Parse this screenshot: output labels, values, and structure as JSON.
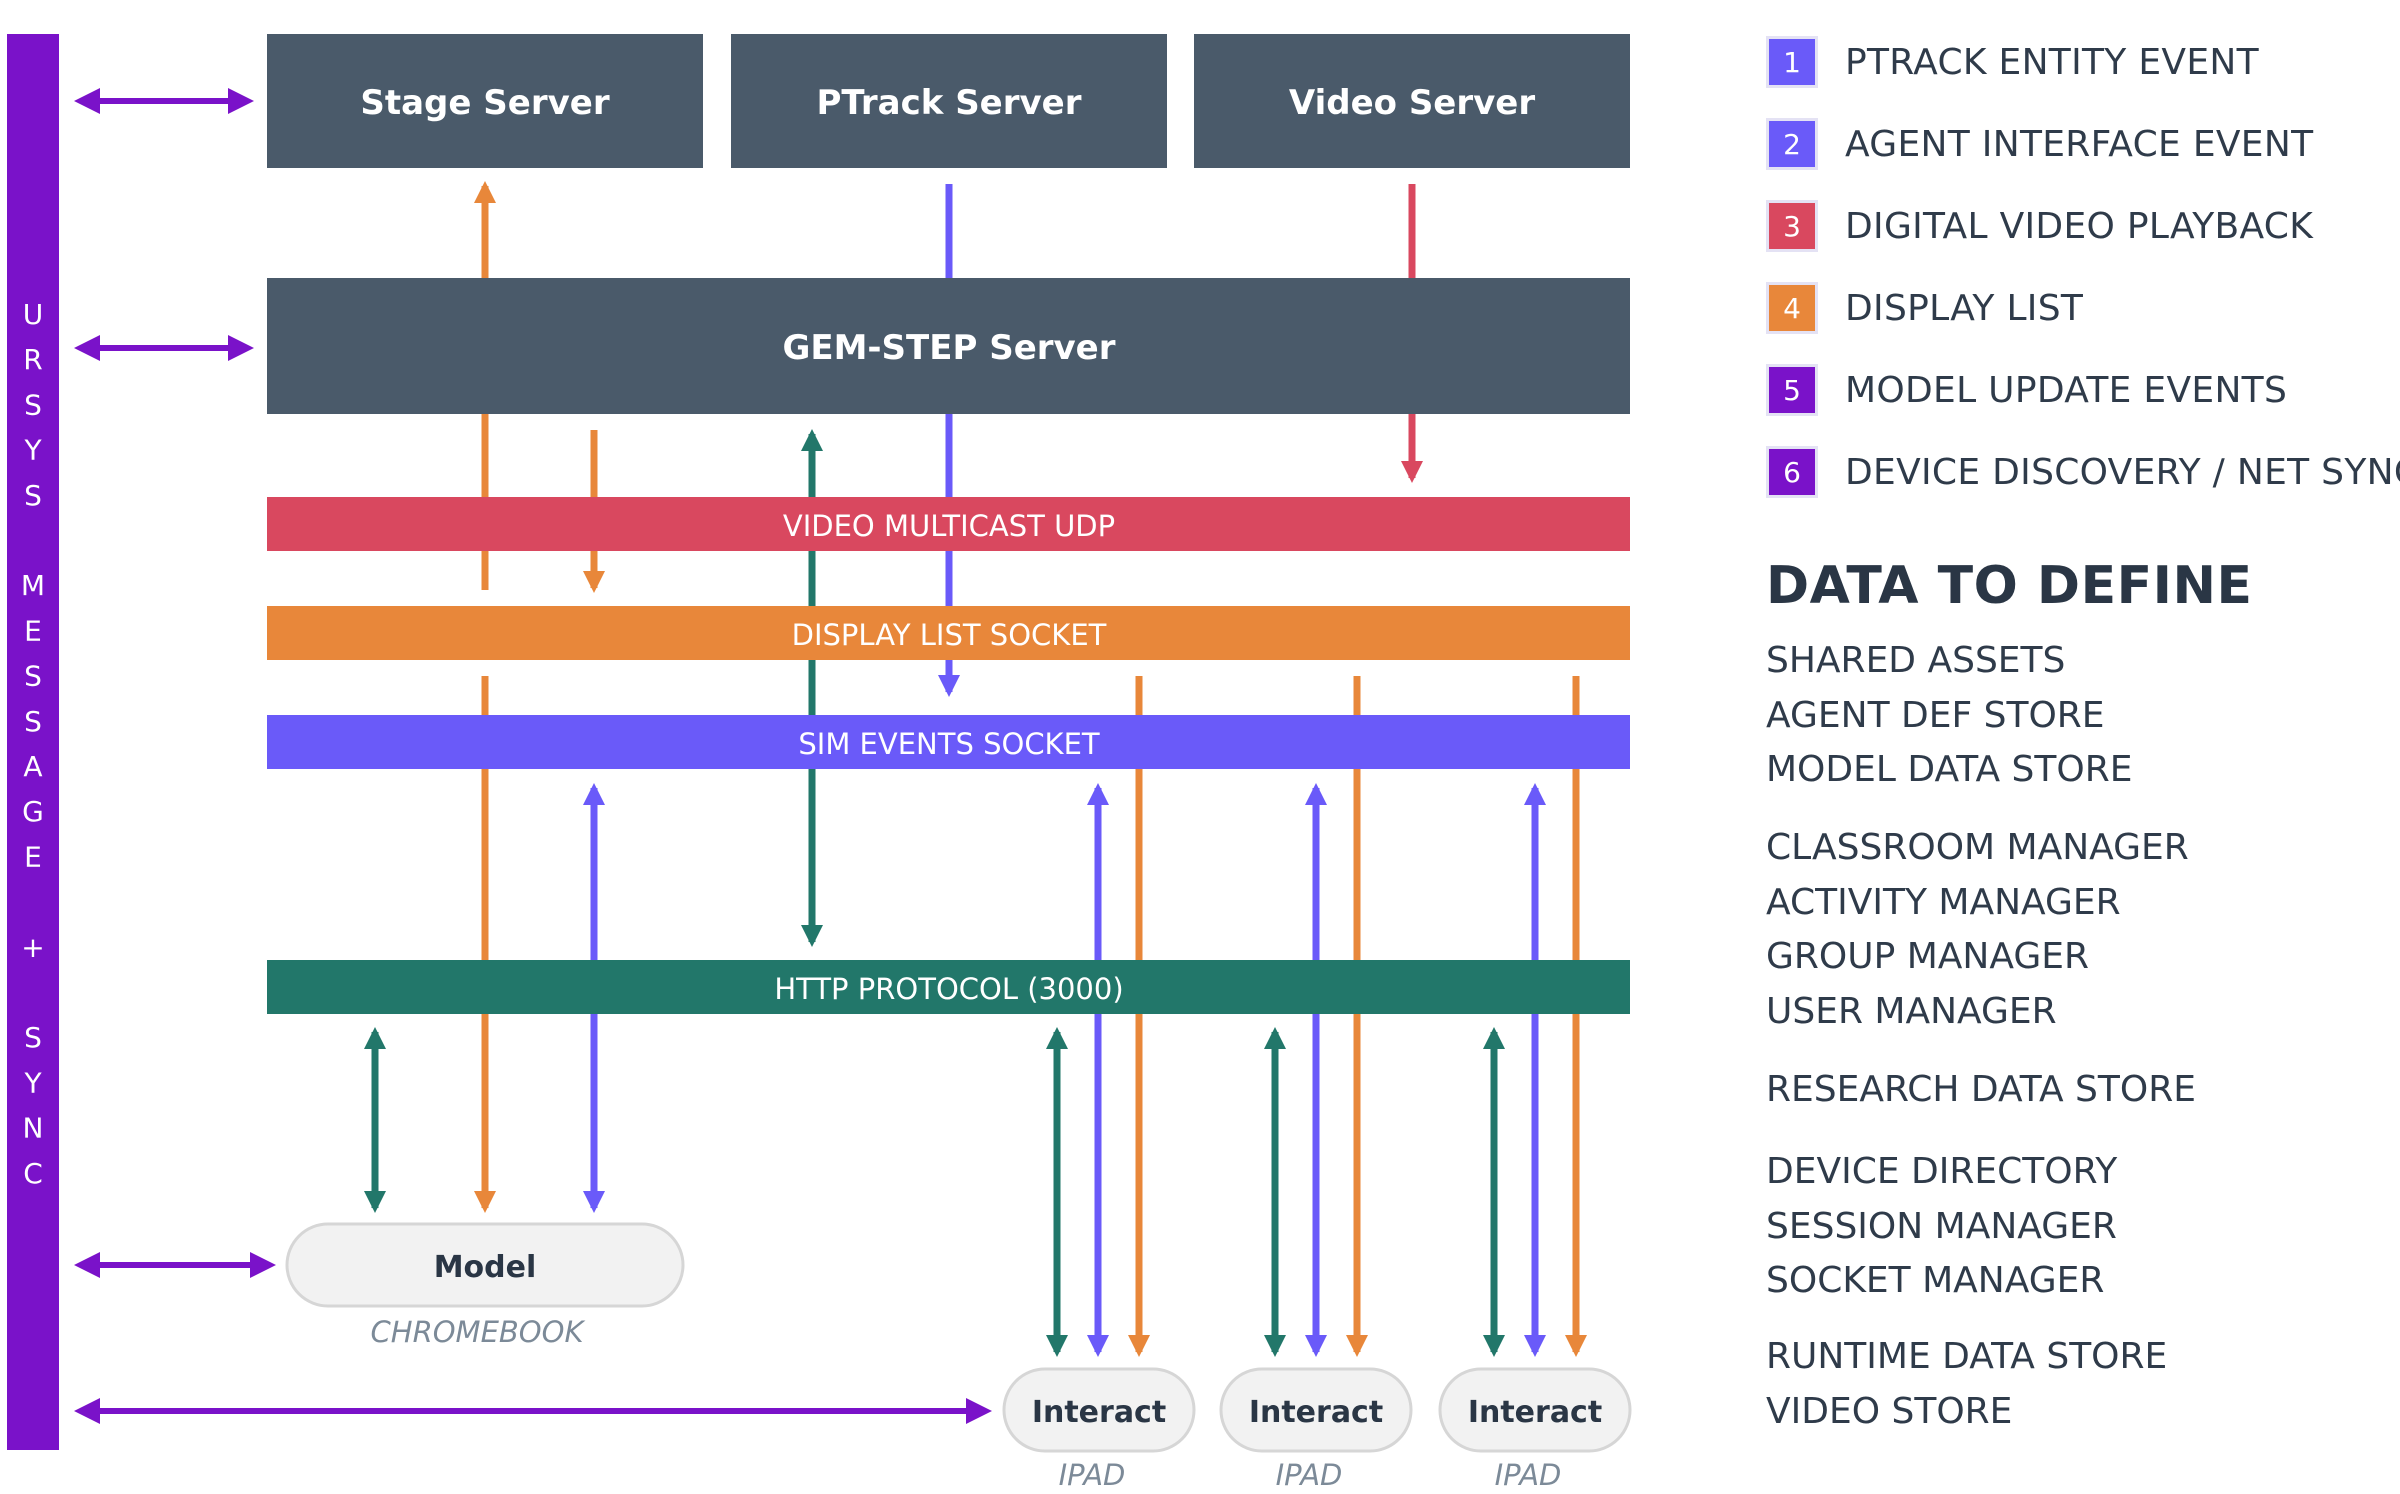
{
  "message_bus": {
    "letters": [
      "U",
      "R",
      "S",
      "Y",
      "S",
      "",
      "M",
      "E",
      "S",
      "S",
      "A",
      "G",
      "E",
      "",
      "+",
      "",
      "S",
      "Y",
      "N",
      "C"
    ]
  },
  "servers": {
    "stage": "Stage Server",
    "ptrack": "PTrack Server",
    "video": "Video Server",
    "gemstep": "GEM-STEP Server"
  },
  "channels": {
    "video_udp": "VIDEO MULTICAST UDP",
    "display_list": "DISPLAY LIST SOCKET",
    "sim_events": "SIM EVENTS SOCKET",
    "http": "HTTP PROTOCOL (3000)"
  },
  "clients": {
    "model": {
      "label": "Model",
      "device": "CHROMEBOOK"
    },
    "interact": [
      {
        "label": "Interact",
        "device": "IPAD"
      },
      {
        "label": "Interact",
        "device": "IPAD"
      },
      {
        "label": "Interact",
        "device": "IPAD"
      }
    ]
  },
  "legend": [
    {
      "num": "1",
      "label": "PTRACK ENTITY EVENT",
      "color": "#6a5af9"
    },
    {
      "num": "2",
      "label": "AGENT INTERFACE EVENT",
      "color": "#6a5af9"
    },
    {
      "num": "3",
      "label": "DIGITAL VIDEO PLAYBACK",
      "color": "#d9485f"
    },
    {
      "num": "4",
      "label": "DISPLAY LIST",
      "color": "#e8873a"
    },
    {
      "num": "5",
      "label": "MODEL UPDATE EVENTS",
      "color": "#7a12c9"
    },
    {
      "num": "6",
      "label": "DEVICE DISCOVERY / NET SYNC",
      "color": "#7a12c9"
    }
  ],
  "data_to_define": {
    "title": "DATA TO DEFINE",
    "groups": [
      [
        "SHARED ASSETS",
        "AGENT DEF STORE",
        "MODEL DATA STORE"
      ],
      [
        "CLASSROOM MANAGER",
        "ACTIVITY MANAGER",
        "GROUP MANAGER",
        "USER MANAGER"
      ],
      [
        "RESEARCH DATA STORE"
      ],
      [
        "DEVICE DIRECTORY",
        "SESSION MANAGER",
        "SOCKET MANAGER"
      ],
      [
        "RUNTIME DATA STORE",
        "VIDEO STORE"
      ]
    ]
  },
  "colors": {
    "server": "#4a5a6a",
    "purple_sync": "#7a12c9",
    "udp_red": "#d9485f",
    "display_orange": "#e8873a",
    "sim_violet": "#6a5af9",
    "http_green": "#22776a"
  }
}
